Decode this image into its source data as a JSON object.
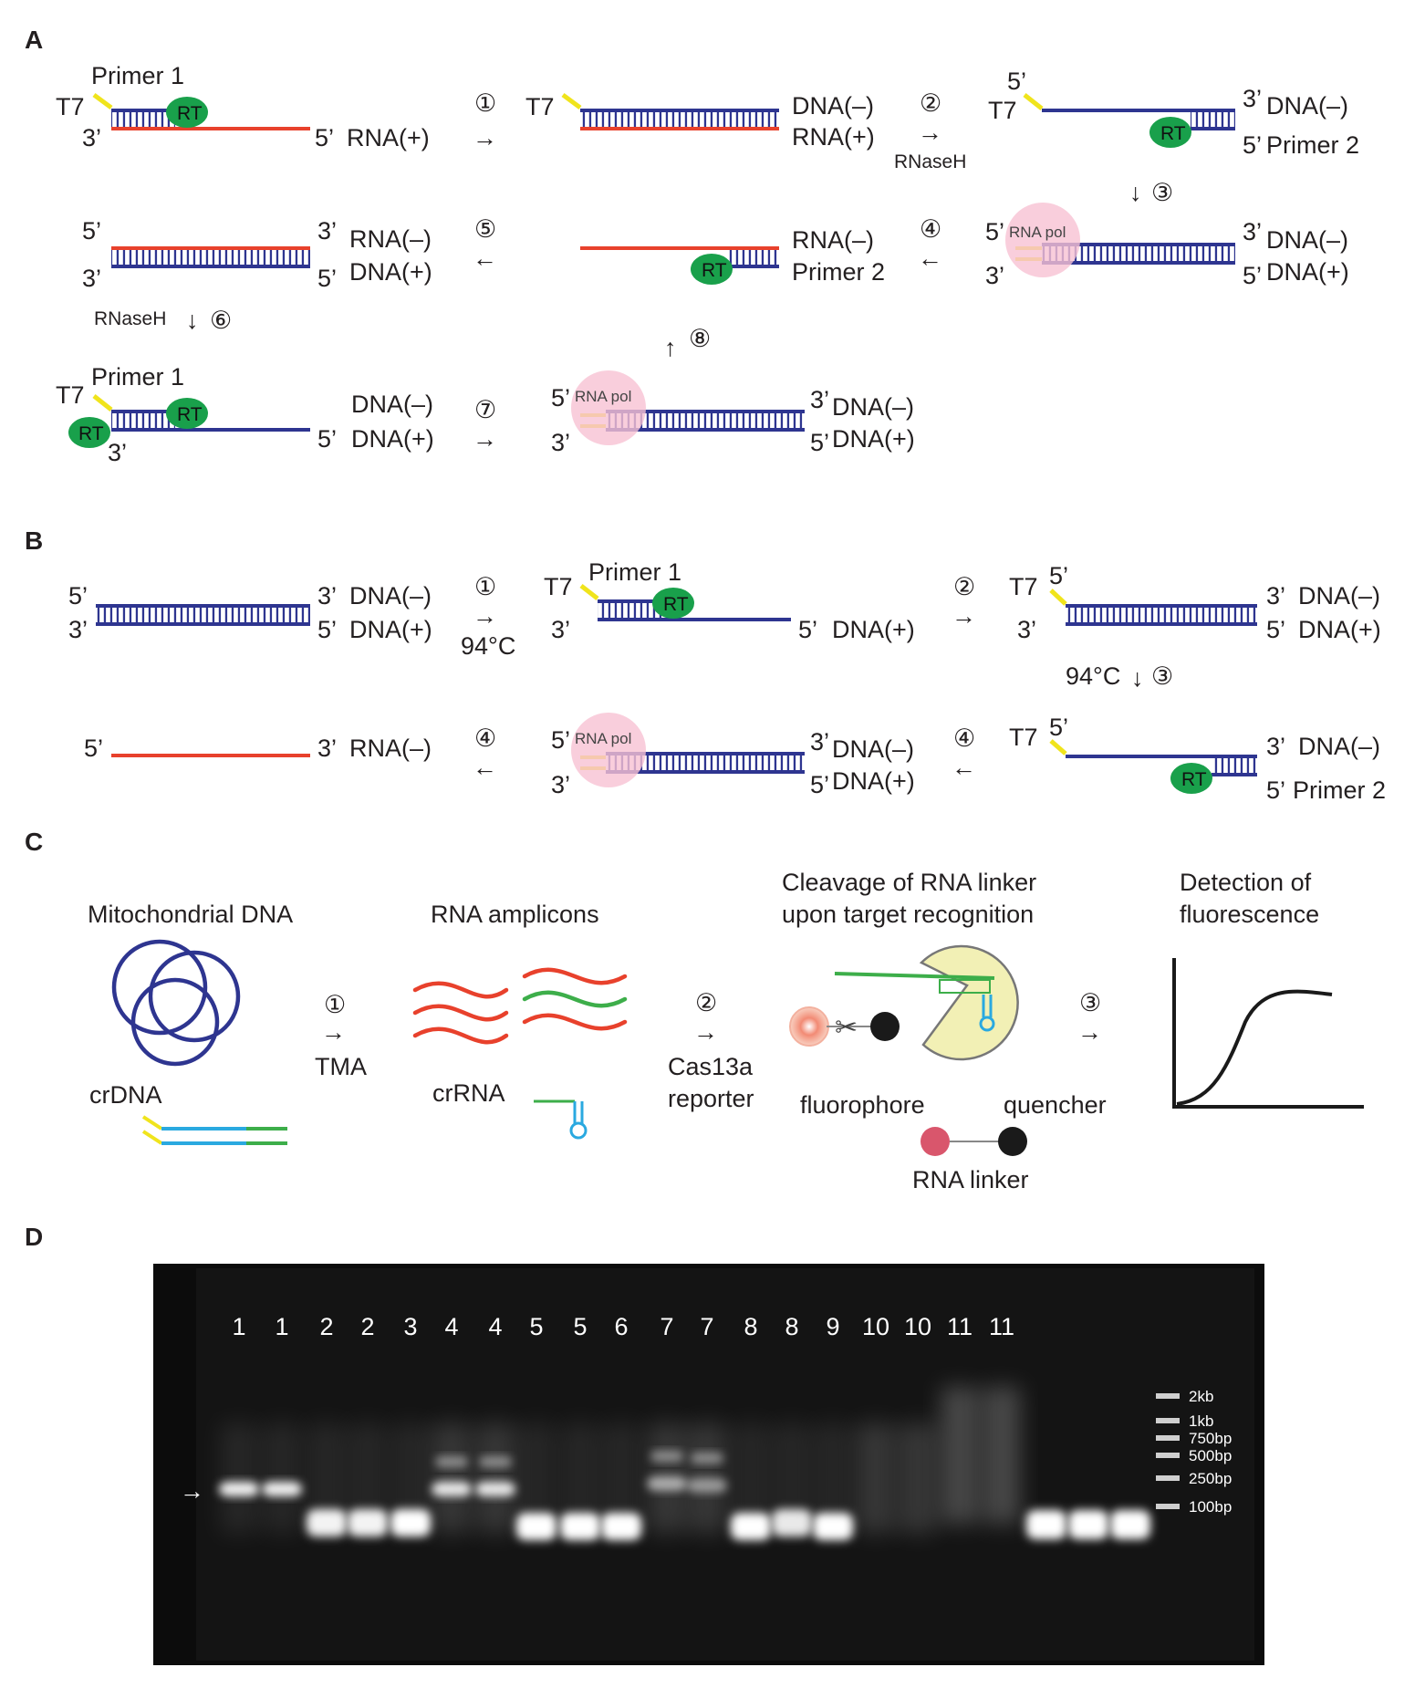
{
  "colors": {
    "dna": "#2e3590",
    "rna": "#e8412c",
    "t7": "#f0e41c",
    "rt": "#19a04b",
    "pol": "#f7c2d3",
    "cr_blue": "#2aa9e0",
    "cr_green": "#3dae4a",
    "fluor": "#d9566c",
    "pac": "#f2f0b5",
    "gel": "#0c0c0c"
  },
  "icons": {
    "scissors": "✂",
    "arrow_right": "→",
    "arrow_left": "←",
    "arrow_down": "↓",
    "arrow_up": "↑"
  },
  "panels": {
    "A": {
      "letter": "A",
      "primer1": "Primer 1",
      "primer2": "Primer 2",
      "t7": "T7",
      "rt": "RT",
      "rna_pol": "RNA pol",
      "rnaseh": "RNaseH",
      "p3": "3’",
      "p5": "5’",
      "rna_plus": "RNA(+)",
      "rna_minus": "RNA(–)",
      "dna_plus": "DNA(+)",
      "dna_minus": "DNA(–)",
      "steps": [
        "①",
        "②",
        "③",
        "④",
        "⑤",
        "⑥",
        "⑦",
        "⑧"
      ]
    },
    "B": {
      "letter": "B",
      "temp": "94°C",
      "steps": [
        "①",
        "②",
        "③",
        "④"
      ]
    },
    "C": {
      "letter": "C",
      "mito": "Mitochondrial DNA",
      "crdna": "crDNA",
      "tma": "TMA",
      "amplicons": "RNA amplicons",
      "crrna": "crRNA",
      "cas_line1": "Cas13a",
      "cas_line2": "reporter",
      "cleave_line1": "Cleavage of RNA linker",
      "cleave_line2": "upon target recognition",
      "fluorophore": "fluorophore",
      "quencher": "quencher",
      "linker": "RNA linker",
      "detect_line1": "Detection of",
      "detect_line2": "fluorescence",
      "steps": [
        "①",
        "②",
        "③"
      ]
    },
    "D": {
      "letter": "D",
      "lanes": [
        "1",
        "1",
        "2",
        "2",
        "3",
        "4",
        "4",
        "5",
        "5",
        "6",
        "7",
        "7",
        "8",
        "8",
        "9",
        "10",
        "10",
        "11",
        "11"
      ],
      "ladder": [
        "2kb",
        "1kb",
        "750bp",
        "500bp",
        "250bp",
        "100bp"
      ],
      "pointer": "→"
    }
  }
}
